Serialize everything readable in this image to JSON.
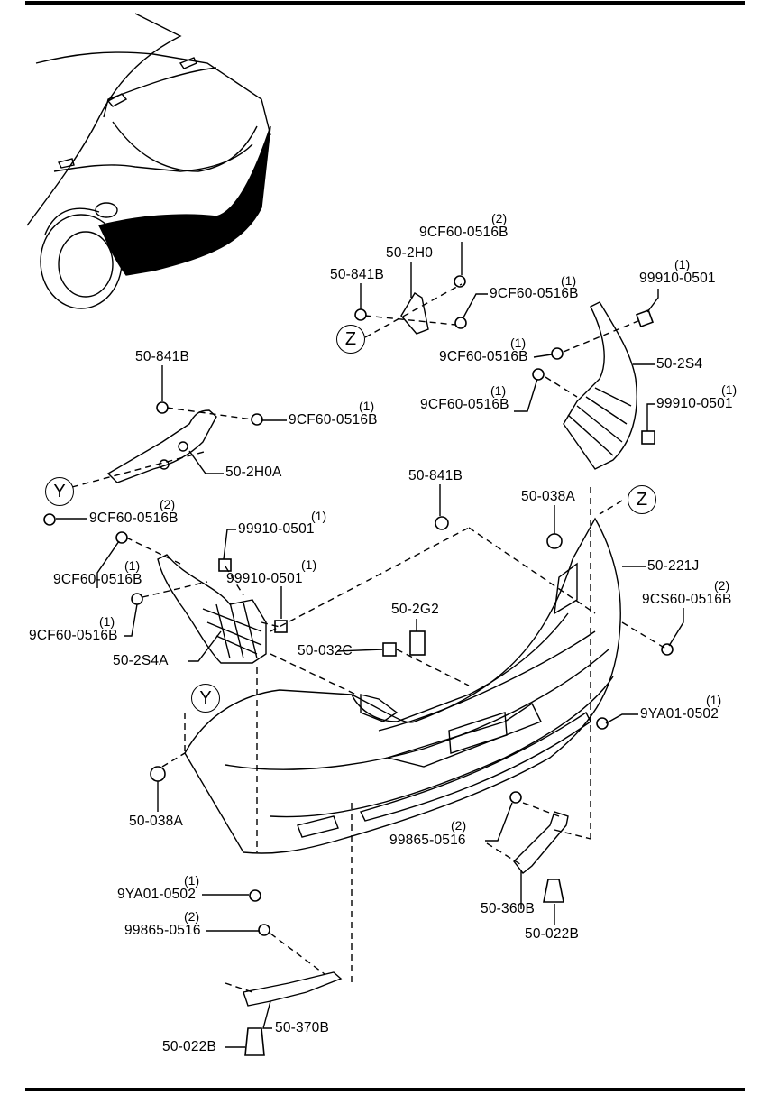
{
  "diagram": {
    "title_refs": [
      "Z",
      "Y",
      "Z",
      "Y"
    ],
    "callouts": [
      {
        "part": "9CF60-0516B",
        "qty": "(2)"
      },
      {
        "part": "50-2H0",
        "qty": null
      },
      {
        "part": "50-841B",
        "qty": null
      },
      {
        "part": "9CF60-0516B",
        "qty": "(1)"
      },
      {
        "part": "99910-0501",
        "qty": "(1)"
      },
      {
        "part": "9CF60-0516B",
        "qty": "(1)"
      },
      {
        "part": "50-2S4",
        "qty": null
      },
      {
        "part": "9CF60-0516B",
        "qty": "(1)"
      },
      {
        "part": "99910-0501",
        "qty": "(1)"
      },
      {
        "part": "50-841B",
        "qty": null
      },
      {
        "part": "9CF60-0516B",
        "qty": "(1)"
      },
      {
        "part": "50-2H0A",
        "qty": null
      },
      {
        "part": "50-841B",
        "qty": null
      },
      {
        "part": "50-038A",
        "qty": null
      },
      {
        "part": "9CF60-0516B",
        "qty": "(2)"
      },
      {
        "part": "99910-0501",
        "qty": "(1)"
      },
      {
        "part": "50-221J",
        "qty": null
      },
      {
        "part": "9CF60-0516B",
        "qty": "(1)"
      },
      {
        "part": "99910-0501",
        "qty": "(1)"
      },
      {
        "part": "9CS60-0516B",
        "qty": "(2)"
      },
      {
        "part": "50-2G2",
        "qty": null
      },
      {
        "part": "9CF60-0516B",
        "qty": "(1)"
      },
      {
        "part": "50-032C",
        "qty": null
      },
      {
        "part": "50-2S4A",
        "qty": null
      },
      {
        "part": "9YA01-0502",
        "qty": "(1)"
      },
      {
        "part": "50-038A",
        "qty": null
      },
      {
        "part": "99865-0516",
        "qty": "(2)"
      },
      {
        "part": "9YA01-0502",
        "qty": "(1)"
      },
      {
        "part": "50-360B",
        "qty": null
      },
      {
        "part": "99865-0516",
        "qty": "(2)"
      },
      {
        "part": "50-022B",
        "qty": null
      },
      {
        "part": "50-370B",
        "qty": null
      },
      {
        "part": "50-022B",
        "qty": null
      }
    ]
  }
}
